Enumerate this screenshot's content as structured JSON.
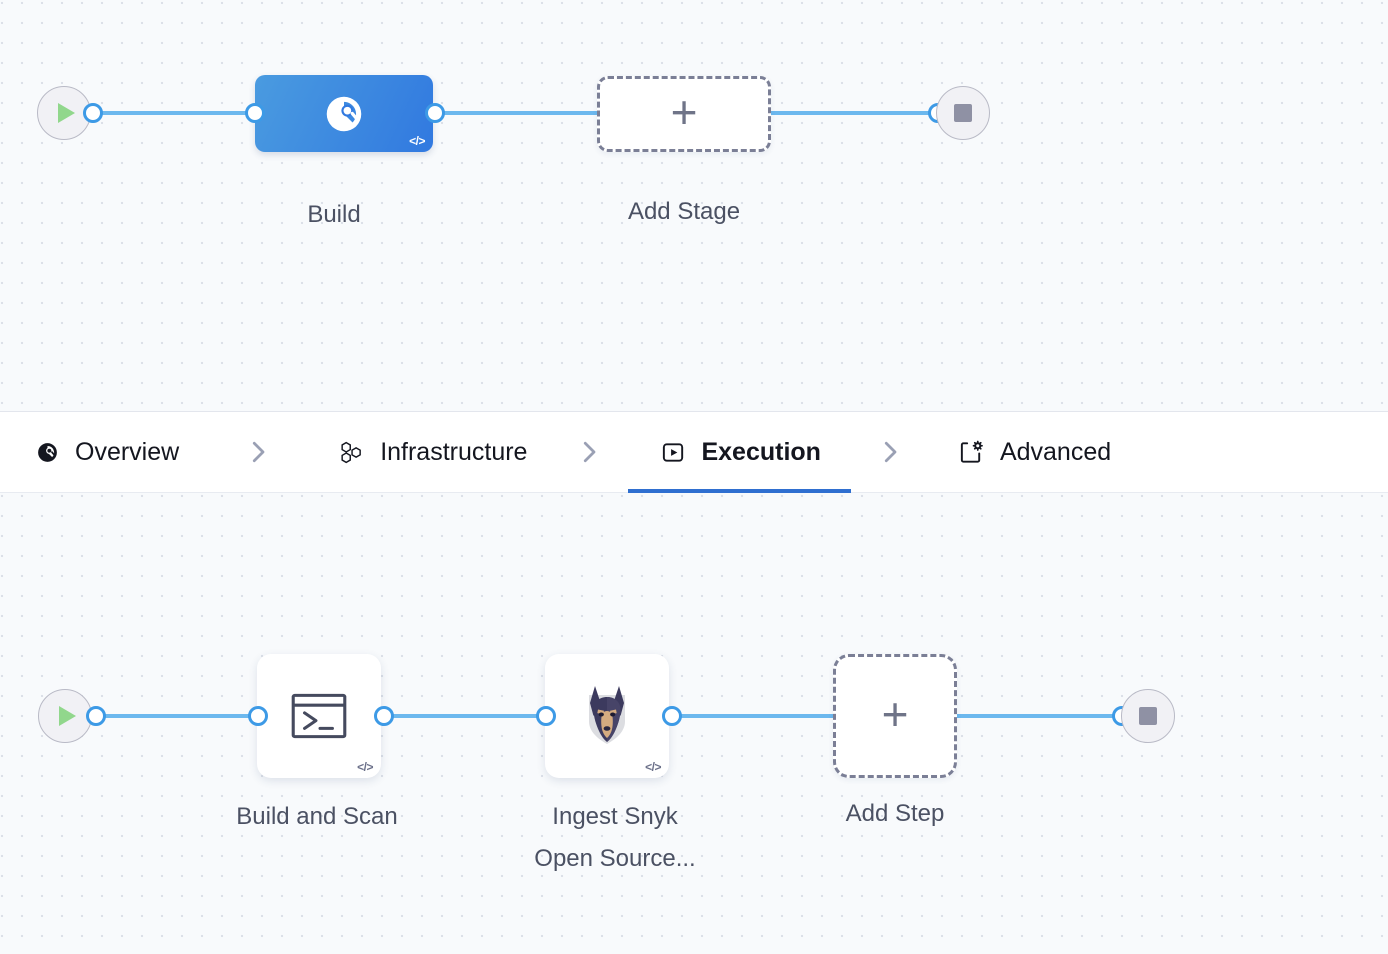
{
  "canvas": {
    "background_color": "#f8fafc",
    "grid_dot_color": "#dce0e8"
  },
  "theme": {
    "accent_blue": "#2f6fd0",
    "wire_blue": "#6cb8ee",
    "port_blue": "#3d9ae6",
    "stage_card_blue": "#3179e0",
    "play_green": "#91d78c",
    "stop_gray": "#8f91a4",
    "caption_gray": "#4b5163"
  },
  "stage_row": {
    "start_node": {
      "icon": "play-icon"
    },
    "end_node": {
      "icon": "stop-icon"
    },
    "nodes": [
      {
        "id": "build-stage",
        "label": "Build",
        "icon": "build-gauge-icon",
        "badge": "</>",
        "selected": true
      },
      {
        "id": "add-stage",
        "label": "Add Stage",
        "icon": "plus-icon",
        "glyph": "+"
      }
    ]
  },
  "tabs": {
    "items": [
      {
        "id": "overview",
        "label": "Overview",
        "icon": "gauge-icon",
        "active": false
      },
      {
        "id": "infrastructure",
        "label": "Infrastructure",
        "icon": "hexagons-icon",
        "active": false
      },
      {
        "id": "execution",
        "label": "Execution",
        "icon": "play-box-icon",
        "active": true
      },
      {
        "id": "advanced",
        "label": "Advanced",
        "icon": "gear-frame-icon",
        "active": false
      }
    ],
    "separator_icon": "chevron-right-icon"
  },
  "step_row": {
    "start_node": {
      "icon": "play-icon"
    },
    "end_node": {
      "icon": "stop-icon"
    },
    "nodes": [
      {
        "id": "build-and-scan",
        "label": "Build and Scan",
        "icon": "terminal-icon",
        "badge": "</>"
      },
      {
        "id": "ingest-snyk-open-source",
        "label": "Ingest Snyk\nOpen Source...",
        "icon": "snyk-dog-icon",
        "badge": "</>"
      },
      {
        "id": "add-step",
        "label": "Add Step",
        "icon": "plus-icon",
        "glyph": "+"
      }
    ]
  }
}
